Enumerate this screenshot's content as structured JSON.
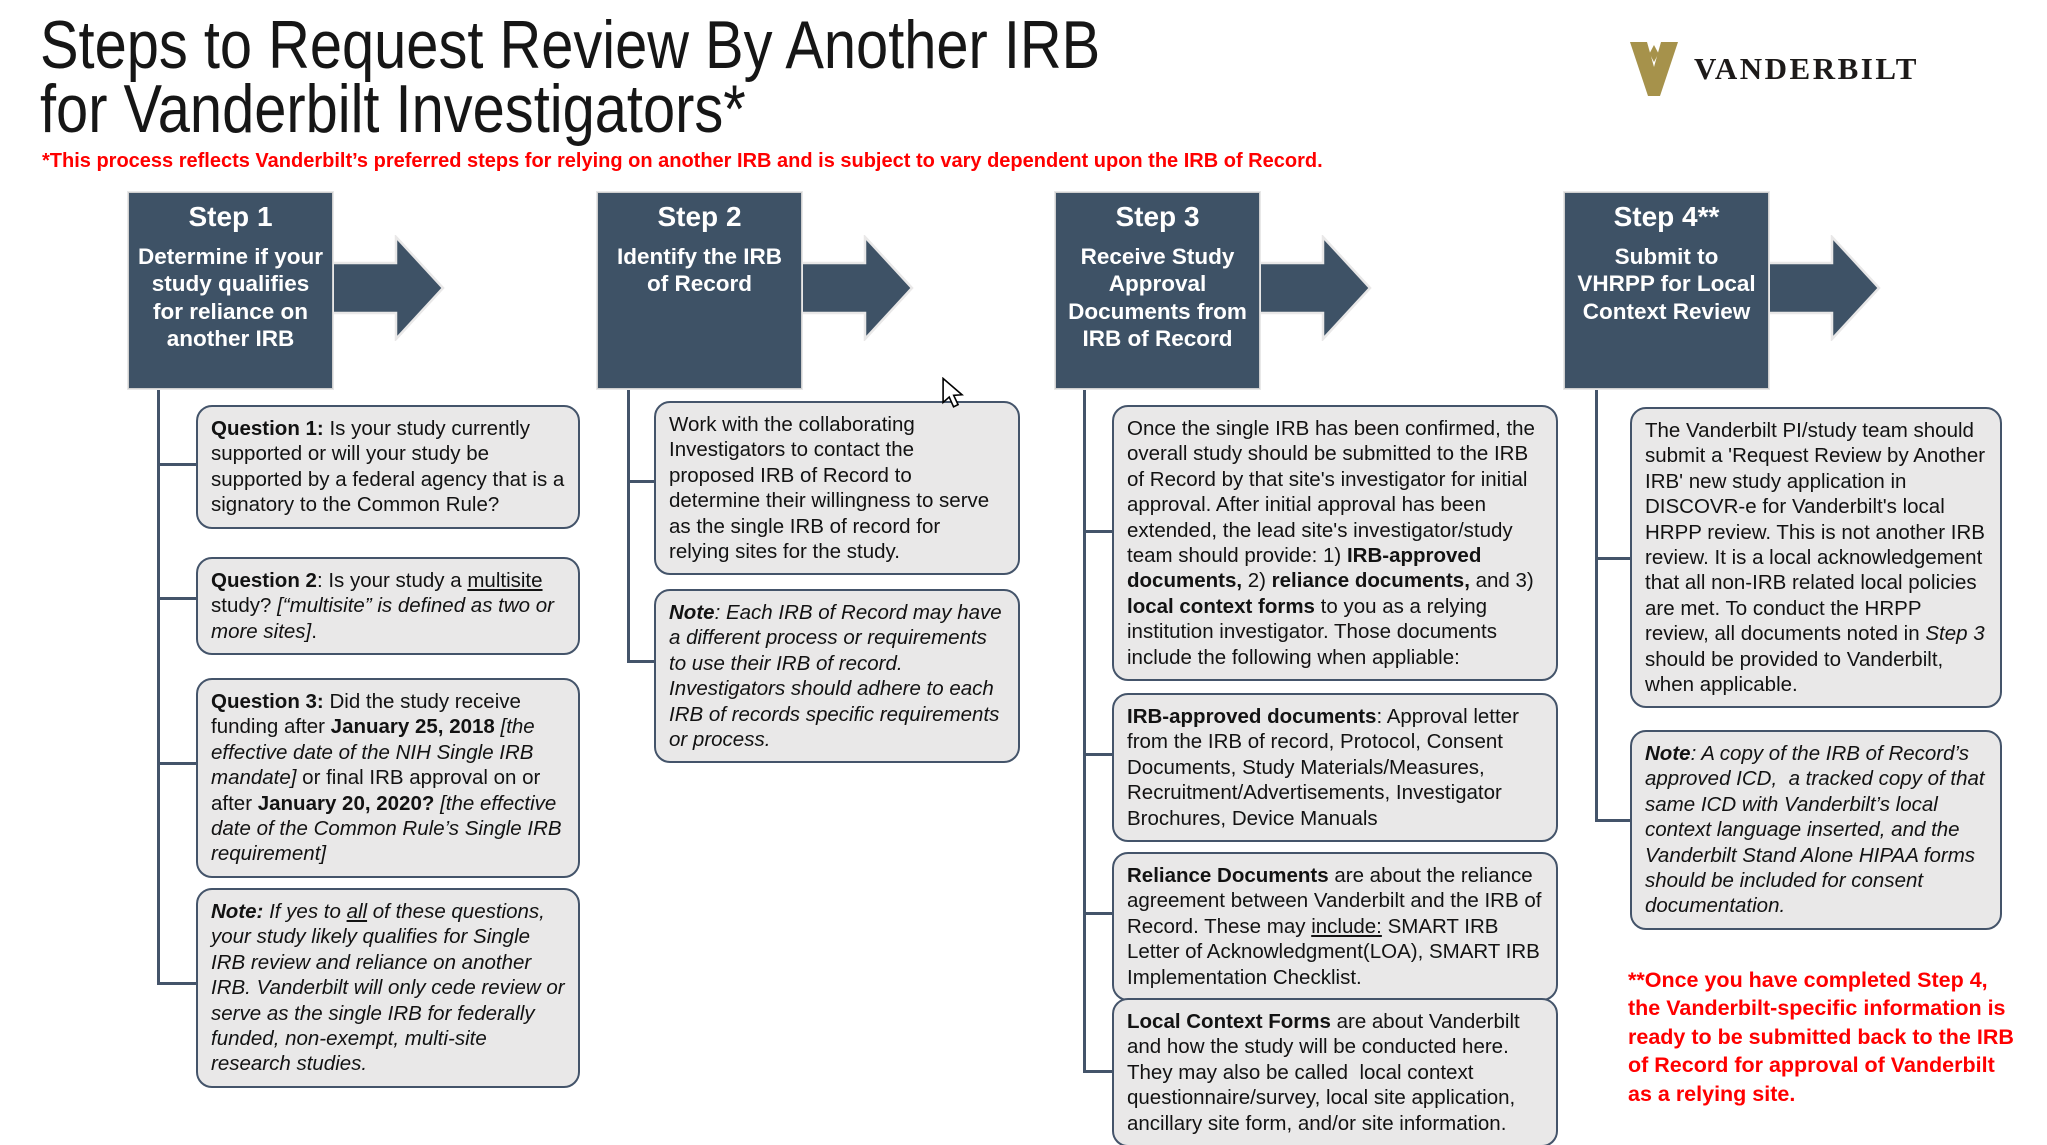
{
  "title": {
    "line1": "Steps to Request Review By Another IRB",
    "line2": "for Vanderbilt Investigators*"
  },
  "disclaimer": "*This process reflects Vanderbilt’s preferred steps for relying on another IRB and is subject to vary dependent upon the IRB of Record.",
  "logo": {
    "wordmark": "VANDERBILT",
    "mark": "v-oak-leaf-icon"
  },
  "colors": {
    "step_fill": "#3E5266",
    "box_fill": "#E9E8E8",
    "box_border": "#44546A",
    "accent_red": "#FF0000",
    "logo_gold": "#A6924B"
  },
  "steps": [
    {
      "label": "Step 1",
      "title": "Determine if your study qualifies for reliance on another IRB",
      "boxes": [
        {
          "segments": [
            {
              "t": "Question 1: ",
              "b": 1
            },
            {
              "t": "Is your study currently supported or will your study be supported by a federal agency that is a signatory to the Common Rule?"
            }
          ]
        },
        {
          "segments": [
            {
              "t": "Question 2",
              "b": 1
            },
            {
              "t": ": Is your study a "
            },
            {
              "t": "multisite",
              "u": 1
            },
            {
              "t": " study? "
            },
            {
              "t": "[“multisite” is defined as two or more sites]",
              "i": 1
            },
            {
              "t": "."
            }
          ]
        },
        {
          "segments": [
            {
              "t": "Question 3: ",
              "b": 1
            },
            {
              "t": "Did the study receive funding after "
            },
            {
              "t": "January 25, 2018 ",
              "b": 1
            },
            {
              "t": "[the effective date of the NIH Single IRB mandate]",
              "i": 1
            },
            {
              "t": " or final IRB approval on or after "
            },
            {
              "t": "January 20, 2020? ",
              "b": 1
            },
            {
              "t": "[the effective date of the Common Rule’s Single IRB requirement]",
              "i": 1
            }
          ]
        },
        {
          "segments": [
            {
              "t": "Note: ",
              "b": 1,
              "i": 1
            },
            {
              "t": "If yes to ",
              "i": 1
            },
            {
              "t": "all",
              "i": 1,
              "u": 1
            },
            {
              "t": " of these questions, your study likely qualifies for Single IRB review and reliance on another IRB. Vanderbilt will only cede review or serve as the single IRB for federally funded, non-exempt, multi-site research studies.",
              "i": 1
            }
          ]
        }
      ]
    },
    {
      "label": "Step 2",
      "title": "Identify the IRB of Record",
      "boxes": [
        {
          "segments": [
            {
              "t": "Work with the collaborating Investigators to contact the proposed IRB of Record to determine their willingness to serve as the single IRB of record for relying sites for the study."
            }
          ]
        },
        {
          "segments": [
            {
              "t": "Note",
              "b": 1,
              "i": 1
            },
            {
              "t": ": Each IRB of Record may have a different process or requirements to use their IRB of record. Investigators should adhere to each IRB of records specific requirements or process.",
              "i": 1
            }
          ]
        }
      ]
    },
    {
      "label": "Step 3",
      "title": "Receive Study Approval Documents from IRB of Record",
      "boxes": [
        {
          "segments": [
            {
              "t": "Once the single IRB has been confirmed, the overall study should be submitted to the IRB of Record by that site's investigator for initial approval. After initial approval has been extended, the lead site's investigator/study team should provide: 1) "
            },
            {
              "t": "IRB-approved documents,",
              "b": 1
            },
            {
              "t": " 2) "
            },
            {
              "t": "reliance documents,",
              "b": 1
            },
            {
              "t": " and 3) "
            },
            {
              "t": "local context forms",
              "b": 1
            },
            {
              "t": " to you as a relying institution investigator. Those documents include the following when appliable:"
            }
          ]
        },
        {
          "segments": [
            {
              "t": "IRB-approved documents",
              "b": 1
            },
            {
              "t": ": Approval letter from the IRB of record, Protocol, Consent Documents, Study Materials/Measures, Recruitment/Advertisements, Investigator Brochures, Device Manuals"
            }
          ]
        },
        {
          "segments": [
            {
              "t": "Reliance Documents",
              "b": 1
            },
            {
              "t": " are about the reliance agreement between Vanderbilt and the IRB of Record. These may "
            },
            {
              "t": "include:",
              "u": 1
            },
            {
              "t": " SMART IRB Letter of Acknowledgment(LOA), SMART IRB Implementation Checklist."
            }
          ]
        },
        {
          "segments": [
            {
              "t": "Local Context Forms",
              "b": 1
            },
            {
              "t": " are about Vanderbilt and how the study will be conducted here. They may also be called  local context questionnaire/survey, local site application, ancillary site form, and/or site information."
            }
          ]
        }
      ]
    },
    {
      "label": "Step 4**",
      "title": "Submit to VHRPP for Local Context Review",
      "boxes": [
        {
          "segments": [
            {
              "t": "The Vanderbilt PI/study team should submit a 'Request Review by Another IRB' new study application in DISCOVR-e for Vanderbilt's local HRPP review. This is not another IRB review. It is a local acknowledgement that all non-IRB related local policies are met. To conduct the HRPP review, all documents noted in "
            },
            {
              "t": "Step 3",
              "i": 1
            },
            {
              "t": " should be provided to Vanderbilt, when applicable."
            }
          ]
        },
        {
          "segments": [
            {
              "t": "Note",
              "b": 1,
              "i": 1
            },
            {
              "t": ": A copy of the IRB of Record’s approved ICD,  a tracked copy of that same ICD with Vanderbilt’s local context language inserted, and the Vanderbilt Stand Alone HIPAA forms should be included for consent documentation.",
              "i": 1
            }
          ]
        }
      ]
    }
  ],
  "footnote": "**Once you have completed Step 4, the Vanderbilt-specific information is ready to be submitted back to the IRB of Record for approval of Vanderbilt as a relying site."
}
